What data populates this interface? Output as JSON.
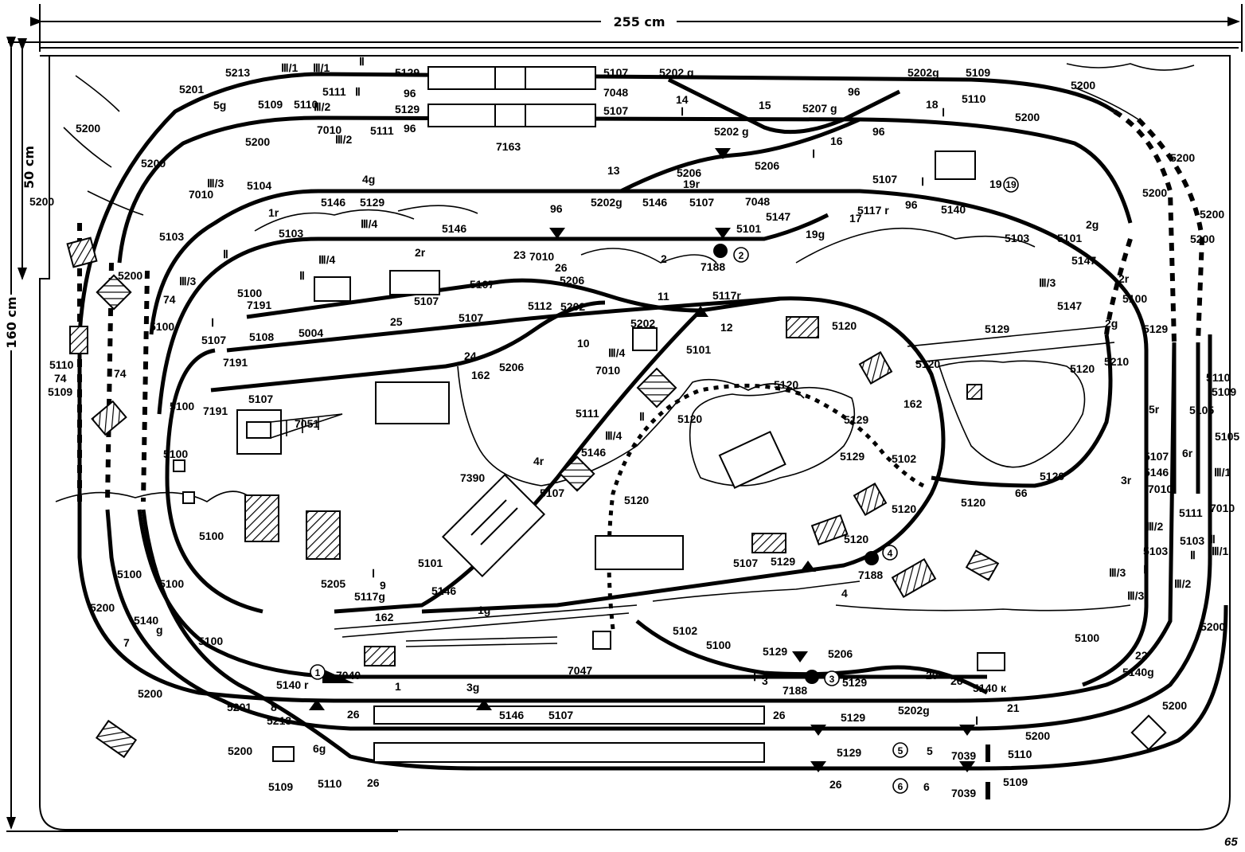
{
  "dimensions": {
    "width_label": "255 cm",
    "height_label": "160 cm",
    "depth_label": "50 cm"
  },
  "page_number": "65",
  "label_colors": {
    "ink": "#000000",
    "paper": "#ffffff"
  },
  "track_labels": [
    {
      "id": "t1",
      "text": "5213"
    },
    {
      "id": "t2",
      "text": "Ⅲ/1"
    },
    {
      "id": "t3",
      "text": "Ⅲ/1"
    },
    {
      "id": "t4",
      "text": "Ⅱ"
    },
    {
      "id": "t5",
      "text": "5129"
    },
    {
      "id": "t6",
      "text": "5107"
    },
    {
      "id": "t7",
      "text": "5202 g"
    },
    {
      "id": "t8",
      "text": "5202g"
    },
    {
      "id": "t9",
      "text": "5109"
    },
    {
      "id": "t10",
      "text": "5201"
    },
    {
      "id": "t11",
      "text": "5g"
    },
    {
      "id": "t12",
      "text": "5109"
    },
    {
      "id": "t13",
      "text": "5110"
    },
    {
      "id": "t14",
      "text": "5111"
    },
    {
      "id": "t15",
      "text": "Ⅱ"
    },
    {
      "id": "t16",
      "text": "96"
    },
    {
      "id": "t17",
      "text": "7048"
    },
    {
      "id": "t18",
      "text": "14"
    },
    {
      "id": "t19",
      "text": "15"
    },
    {
      "id": "t20",
      "text": "5207 g"
    },
    {
      "id": "t21",
      "text": "96"
    },
    {
      "id": "t22",
      "text": "18"
    },
    {
      "id": "t23",
      "text": "5110"
    },
    {
      "id": "t24",
      "text": "5200"
    },
    {
      "id": "t25",
      "text": "5200"
    },
    {
      "id": "t26",
      "text": "Ⅲ/2"
    },
    {
      "id": "t27",
      "text": "5129"
    },
    {
      "id": "t28",
      "text": "5107"
    },
    {
      "id": "t29",
      "text": "5200"
    },
    {
      "id": "t30",
      "text": "5200"
    },
    {
      "id": "t31",
      "text": "7010"
    },
    {
      "id": "t32",
      "text": "Ⅲ/2"
    },
    {
      "id": "t33",
      "text": "5111"
    },
    {
      "id": "t34",
      "text": "96"
    },
    {
      "id": "t35",
      "text": "7163"
    },
    {
      "id": "t36",
      "text": "5202 g"
    },
    {
      "id": "t37",
      "text": "16"
    },
    {
      "id": "t38",
      "text": "96"
    },
    {
      "id": "t39",
      "text": "5200"
    },
    {
      "id": "t40",
      "text": "5200"
    },
    {
      "id": "t41",
      "text": "13"
    },
    {
      "id": "t42",
      "text": "5206"
    },
    {
      "id": "t43",
      "text": "5206"
    },
    {
      "id": "t44",
      "text": "Ⅲ/3"
    },
    {
      "id": "t45",
      "text": "7010"
    },
    {
      "id": "t46",
      "text": "5104"
    },
    {
      "id": "t47",
      "text": "4g"
    },
    {
      "id": "t48",
      "text": "19r"
    },
    {
      "id": "t49",
      "text": "5107"
    },
    {
      "id": "t50",
      "text": "19"
    },
    {
      "id": "t51",
      "text": "5200"
    },
    {
      "id": "t52",
      "text": "5200"
    },
    {
      "id": "t53",
      "text": "5146"
    },
    {
      "id": "t54",
      "text": "5129"
    },
    {
      "id": "t55",
      "text": "5202g"
    },
    {
      "id": "t56",
      "text": "5146"
    },
    {
      "id": "t57",
      "text": "5107"
    },
    {
      "id": "t58",
      "text": "7048"
    },
    {
      "id": "t59",
      "text": "5117 r"
    },
    {
      "id": "t60",
      "text": "96"
    },
    {
      "id": "t61",
      "text": "5140"
    },
    {
      "id": "t62",
      "text": "5200"
    },
    {
      "id": "t63",
      "text": "1r"
    },
    {
      "id": "t64",
      "text": "96"
    },
    {
      "id": "t65",
      "text": "5147"
    },
    {
      "id": "t66",
      "text": "17"
    },
    {
      "id": "t67",
      "text": "2g"
    },
    {
      "id": "t68",
      "text": "5103"
    },
    {
      "id": "t69",
      "text": "5103"
    },
    {
      "id": "t70",
      "text": "Ⅲ/4"
    },
    {
      "id": "t71",
      "text": "5146"
    },
    {
      "id": "t72",
      "text": "5101"
    },
    {
      "id": "t73",
      "text": "19g"
    },
    {
      "id": "t74",
      "text": "5103"
    },
    {
      "id": "t75",
      "text": "5101"
    },
    {
      "id": "t76",
      "text": "5200"
    },
    {
      "id": "t77",
      "text": "Ⅱ"
    },
    {
      "id": "t78",
      "text": "Ⅲ/4"
    },
    {
      "id": "t79",
      "text": "2r"
    },
    {
      "id": "t80",
      "text": "23"
    },
    {
      "id": "t81",
      "text": "7010"
    },
    {
      "id": "t82",
      "text": "26"
    },
    {
      "id": "t83",
      "text": "2"
    },
    {
      "id": "t84",
      "text": "7188"
    },
    {
      "id": "t85",
      "text": "Ⅱ"
    },
    {
      "id": "t86",
      "text": "5147"
    },
    {
      "id": "t87",
      "text": "2r"
    },
    {
      "id": "t88",
      "text": "5200"
    },
    {
      "id": "t89",
      "text": "Ⅲ/3"
    },
    {
      "id": "t90",
      "text": "5100"
    },
    {
      "id": "t91",
      "text": "7191"
    },
    {
      "id": "t92",
      "text": "5107"
    },
    {
      "id": "t93",
      "text": "5206"
    },
    {
      "id": "t94",
      "text": "11"
    },
    {
      "id": "t95",
      "text": "5117r"
    },
    {
      "id": "t96",
      "text": "Ⅲ/3"
    },
    {
      "id": "t97",
      "text": "5147"
    },
    {
      "id": "t98",
      "text": "5100"
    },
    {
      "id": "t99",
      "text": "74"
    },
    {
      "id": "t100",
      "text": "5112"
    },
    {
      "id": "t101",
      "text": "5202"
    },
    {
      "id": "t102",
      "text": "2g"
    },
    {
      "id": "t103",
      "text": "5100"
    },
    {
      "id": "t104",
      "text": "5108"
    },
    {
      "id": "t105",
      "text": "5004"
    },
    {
      "id": "t106",
      "text": "25"
    },
    {
      "id": "t107",
      "text": "5107"
    },
    {
      "id": "t108",
      "text": "5202"
    },
    {
      "id": "t109",
      "text": "12"
    },
    {
      "id": "t110",
      "text": "5120"
    },
    {
      "id": "t111",
      "text": "5129"
    },
    {
      "id": "t112",
      "text": "5129"
    },
    {
      "id": "t113",
      "text": "5107"
    },
    {
      "id": "t114",
      "text": "7191"
    },
    {
      "id": "t115",
      "text": "24"
    },
    {
      "id": "t116",
      "text": "10"
    },
    {
      "id": "t117",
      "text": "Ⅲ/4"
    },
    {
      "id": "t118",
      "text": "5101"
    },
    {
      "id": "t119",
      "text": "5120"
    },
    {
      "id": "t120",
      "text": "5120"
    },
    {
      "id": "t121",
      "text": "5210"
    },
    {
      "id": "t122",
      "text": "5110"
    },
    {
      "id": "t123",
      "text": "74"
    },
    {
      "id": "t124",
      "text": "74"
    },
    {
      "id": "t125",
      "text": "5109"
    },
    {
      "id": "t126",
      "text": "162"
    },
    {
      "id": "t127",
      "text": "5206"
    },
    {
      "id": "t128",
      "text": "7010"
    },
    {
      "id": "t129",
      "text": "5107"
    },
    {
      "id": "t130",
      "text": "5110"
    },
    {
      "id": "t131",
      "text": "5109"
    },
    {
      "id": "t132",
      "text": "5107"
    },
    {
      "id": "t133",
      "text": "7191"
    },
    {
      "id": "t134",
      "text": "5100"
    },
    {
      "id": "t135",
      "text": "5120"
    },
    {
      "id": "t136",
      "text": "162"
    },
    {
      "id": "t137",
      "text": "5129"
    },
    {
      "id": "t138",
      "text": "5120"
    },
    {
      "id": "t139",
      "text": "5r"
    },
    {
      "id": "t140",
      "text": "5105"
    },
    {
      "id": "t141",
      "text": "7051"
    },
    {
      "id": "t142",
      "text": "5111"
    },
    {
      "id": "t143",
      "text": "Ⅱ"
    },
    {
      "id": "t144",
      "text": "5129"
    },
    {
      "id": "t145",
      "text": "5102"
    },
    {
      "id": "t146",
      "text": "5105"
    },
    {
      "id": "t147",
      "text": "5100"
    },
    {
      "id": "t148",
      "text": "Ⅲ/4"
    },
    {
      "id": "t149",
      "text": "4r"
    },
    {
      "id": "t150",
      "text": "5146"
    },
    {
      "id": "t151",
      "text": "6r"
    },
    {
      "id": "t152",
      "text": "5107"
    },
    {
      "id": "t153",
      "text": "5146"
    },
    {
      "id": "t154",
      "text": "Ⅲ/1"
    },
    {
      "id": "t155",
      "text": "7390"
    },
    {
      "id": "t156",
      "text": "5107"
    },
    {
      "id": "t157",
      "text": "5120"
    },
    {
      "id": "t158",
      "text": "5120"
    },
    {
      "id": "t159",
      "text": "5120"
    },
    {
      "id": "t160",
      "text": "66"
    },
    {
      "id": "t161",
      "text": "3r"
    },
    {
      "id": "t162",
      "text": "7010"
    },
    {
      "id": "t163",
      "text": "7010"
    },
    {
      "id": "t164",
      "text": "5120"
    },
    {
      "id": "t165",
      "text": "5111"
    },
    {
      "id": "t166",
      "text": "Ⅲ/2"
    },
    {
      "id": "t167",
      "text": "5100"
    },
    {
      "id": "t168",
      "text": "5120"
    },
    {
      "id": "t169",
      "text": "5103"
    },
    {
      "id": "t170",
      "text": "Ⅱ"
    },
    {
      "id": "t171",
      "text": "5103"
    },
    {
      "id": "t172",
      "text": "Ⅱ"
    },
    {
      "id": "t173",
      "text": "Ⅲ/1"
    },
    {
      "id": "t174",
      "text": "5107"
    },
    {
      "id": "t175",
      "text": "5129"
    },
    {
      "id": "t176",
      "text": "7188"
    },
    {
      "id": "t177",
      "text": "Ⅲ/3"
    },
    {
      "id": "t178",
      "text": "Ⅱ"
    },
    {
      "id": "t179",
      "text": "Ⅲ/2"
    },
    {
      "id": "t180",
      "text": "Ⅲ/3"
    },
    {
      "id": "t181",
      "text": "5100"
    },
    {
      "id": "t182",
      "text": "9"
    },
    {
      "id": "t183",
      "text": "5101"
    },
    {
      "id": "t184",
      "text": "5100"
    },
    {
      "id": "t185",
      "text": "5205"
    },
    {
      "id": "t186",
      "text": "5117g"
    },
    {
      "id": "t187",
      "text": "5146"
    },
    {
      "id": "t188",
      "text": "1g"
    },
    {
      "id": "t189",
      "text": "5200"
    },
    {
      "id": "t190",
      "text": "5140"
    },
    {
      "id": "t191",
      "text": "g"
    },
    {
      "id": "t192",
      "text": "162"
    },
    {
      "id": "t193",
      "text": "4"
    },
    {
      "id": "t194",
      "text": "7"
    },
    {
      "id": "t195",
      "text": "5100"
    },
    {
      "id": "t196",
      "text": "5102"
    },
    {
      "id": "t197",
      "text": "5100"
    },
    {
      "id": "t198",
      "text": "5100"
    },
    {
      "id": "t199",
      "text": "5200"
    },
    {
      "id": "t200",
      "text": "22"
    },
    {
      "id": "t201",
      "text": "7040"
    },
    {
      "id": "t202",
      "text": "7047"
    },
    {
      "id": "t203",
      "text": "5129"
    },
    {
      "id": "t204",
      "text": "5206"
    },
    {
      "id": "t205",
      "text": "5140g"
    },
    {
      "id": "t206",
      "text": "5140 r"
    },
    {
      "id": "t207",
      "text": "1"
    },
    {
      "id": "t208",
      "text": "3g"
    },
    {
      "id": "t209",
      "text": "3"
    },
    {
      "id": "t210",
      "text": "7188"
    },
    {
      "id": "t211",
      "text": "5129"
    },
    {
      "id": "t212",
      "text": "20"
    },
    {
      "id": "t213",
      "text": "26"
    },
    {
      "id": "t214",
      "text": "5140 к"
    },
    {
      "id": "t215",
      "text": "5200"
    },
    {
      "id": "t216",
      "text": "5201"
    },
    {
      "id": "t217",
      "text": "8"
    },
    {
      "id": "t218",
      "text": "5146"
    },
    {
      "id": "t219",
      "text": "5107"
    },
    {
      "id": "t220",
      "text": "5202g"
    },
    {
      "id": "t221",
      "text": "21"
    },
    {
      "id": "t222",
      "text": "5213"
    },
    {
      "id": "t223",
      "text": "26"
    },
    {
      "id": "t224",
      "text": "26"
    },
    {
      "id": "t225",
      "text": "5129"
    },
    {
      "id": "t226",
      "text": "5200"
    },
    {
      "id": "t227",
      "text": "5200"
    },
    {
      "id": "t228",
      "text": "6g"
    },
    {
      "id": "t229",
      "text": "5129"
    },
    {
      "id": "t230",
      "text": "5"
    },
    {
      "id": "t231",
      "text": "7039"
    },
    {
      "id": "t232",
      "text": "5110"
    },
    {
      "id": "t233",
      "text": "5200"
    },
    {
      "id": "t234",
      "text": "5109"
    },
    {
      "id": "t235",
      "text": "5110"
    },
    {
      "id": "t236",
      "text": "26"
    },
    {
      "id": "t237",
      "text": "26"
    },
    {
      "id": "t238",
      "text": "6"
    },
    {
      "id": "t239",
      "text": "7039"
    },
    {
      "id": "t240",
      "text": "5109"
    },
    {
      "id": "t241",
      "text": "Ⅰ"
    },
    {
      "id": "t242",
      "text": "Ⅰ"
    },
    {
      "id": "t243",
      "text": "Ⅰ"
    },
    {
      "id": "t244",
      "text": "Ⅰ"
    },
    {
      "id": "t245",
      "text": "Ⅰ"
    },
    {
      "id": "t246",
      "text": "Ⅰ"
    },
    {
      "id": "t247",
      "text": "Ⅰ"
    },
    {
      "id": "t248",
      "text": "Ⅰ"
    }
  ],
  "circled_markers": [
    {
      "id": "c1",
      "text": "1"
    },
    {
      "id": "c2",
      "text": "2"
    },
    {
      "id": "c3",
      "text": "3"
    },
    {
      "id": "c4",
      "text": "4"
    },
    {
      "id": "c5",
      "text": "5"
    },
    {
      "id": "c6",
      "text": "6"
    },
    {
      "id": "c19",
      "text": "19"
    }
  ]
}
